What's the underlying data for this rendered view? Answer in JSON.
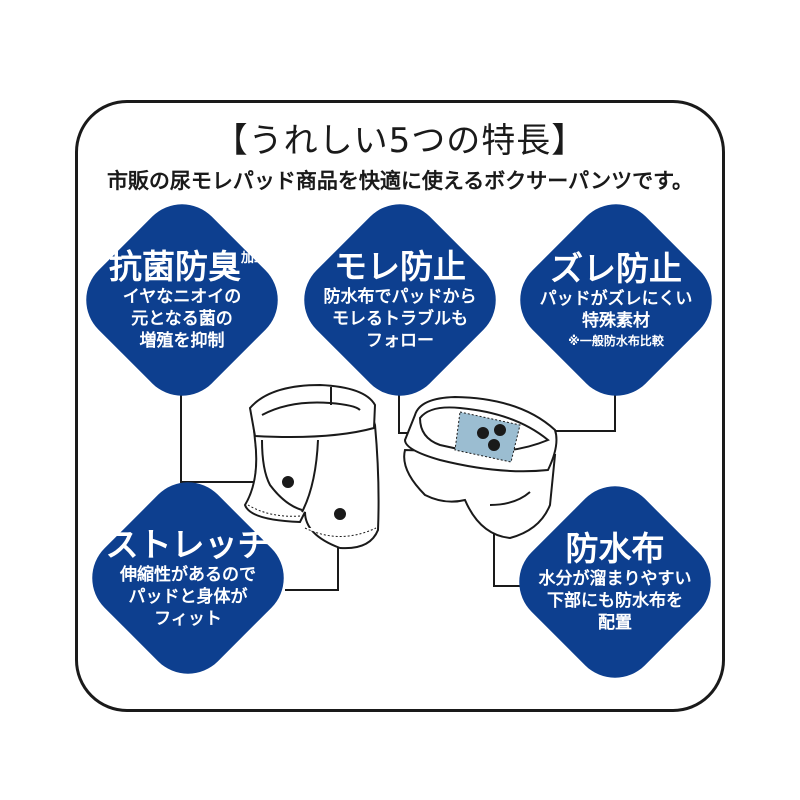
{
  "title": "【うれしい5つの特長】",
  "subtitle": "市販の尿モレパッド商品を快適に使えるボクサーパンツです。",
  "colors": {
    "accent": "#0d3f8f",
    "pad": "#9bbdd1",
    "line": "#1a1a1a"
  },
  "features": [
    {
      "heading": "抗菌防臭",
      "suffix": "加工",
      "lines": [
        "イヤなニオイの",
        "元となる菌の",
        "増殖を抑制"
      ]
    },
    {
      "heading": "モレ防止",
      "lines": [
        "防水布でパッドから",
        "モレるトラブルも",
        "フォロー"
      ]
    },
    {
      "heading": "ズレ防止",
      "lines": [
        "パッドがズレにくい",
        "特殊素材"
      ],
      "note": "※一般防水布比較"
    },
    {
      "heading": "ストレッチ",
      "lines": [
        "伸縮性があるので",
        "パッドと身体が",
        "フィット"
      ]
    },
    {
      "heading": "防水布",
      "lines": [
        "水分が溜まりやすい",
        "下部にも防水布を",
        "配置"
      ]
    }
  ]
}
